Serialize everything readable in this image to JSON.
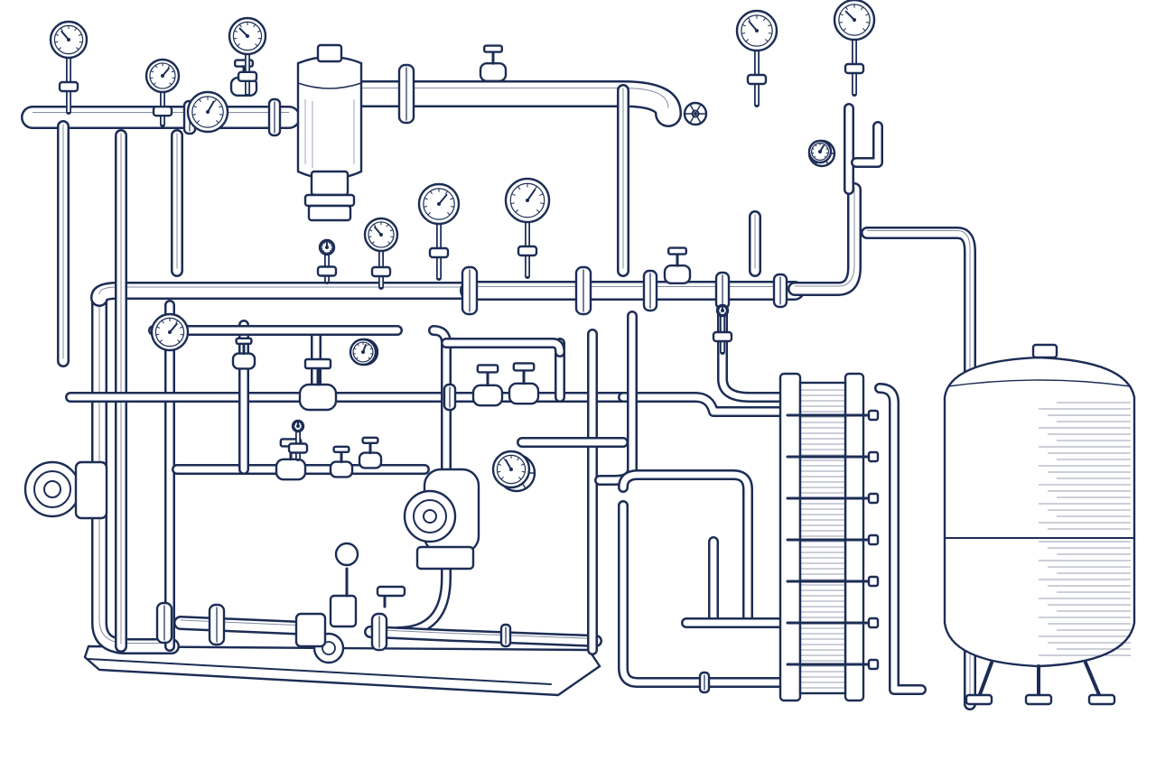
{
  "colors": {
    "ink": "#1c2d55",
    "paper": "#ffffff"
  },
  "diagram": {
    "style": "engraved line illustration",
    "components": [
      {
        "kind": "pressure-gauge",
        "count": 16
      },
      {
        "kind": "pipe-network",
        "count": 1
      },
      {
        "kind": "strainer-vessel",
        "count": 1
      },
      {
        "kind": "pump",
        "count": 3
      },
      {
        "kind": "plate-heat-exchanger",
        "count": 1
      },
      {
        "kind": "expansion-tank",
        "count": 1
      },
      {
        "kind": "valve",
        "count": 10
      },
      {
        "kind": "flange",
        "count": 14
      },
      {
        "kind": "base-skid",
        "count": 1
      }
    ]
  }
}
